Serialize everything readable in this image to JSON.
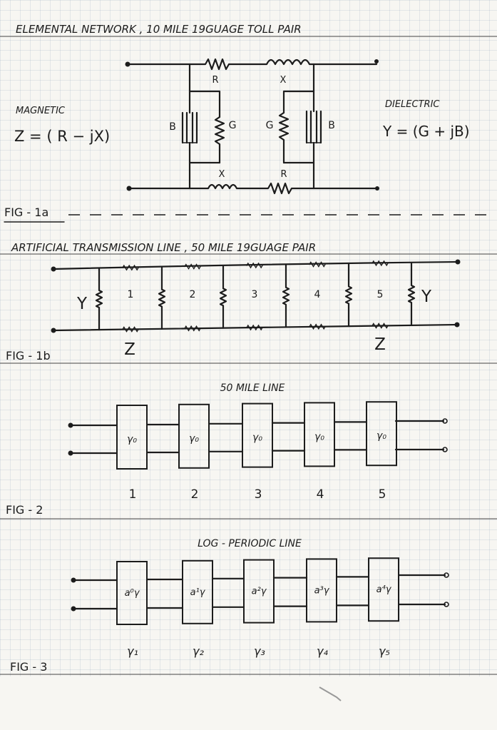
{
  "fig1a": {
    "title": "ELEMENTAL NETWORK , 10 MILE 19GUAGE TOLL PAIR",
    "labels": {
      "r_top": "R",
      "x_top": "X",
      "b_left": "B",
      "g_left": "G",
      "g_right": "G",
      "b_right": "B",
      "x_bottom": "X",
      "r_bottom": "R"
    },
    "magnetic_label": "MAGNETIC",
    "magnetic_eq": "Z = ( R − jX)",
    "dielectric_label": "DIELECTRIC",
    "dielectric_eq": "Y = (G + jB)",
    "fig_label": "FIG - 1a"
  },
  "fig1b": {
    "title": "ARTIFICIAL TRANSMISSION LINE , 50 MILE 19GUAGE PAIR",
    "y_left": "Y",
    "y_right": "Y",
    "sections": [
      "1",
      "2",
      "3",
      "4",
      "5"
    ],
    "z_left": "Z",
    "z_right": "Z",
    "fig_label": "FIG - 1b"
  },
  "fig2": {
    "title": "50 MILE LINE",
    "box_label": "γ₀",
    "numbers": [
      "1",
      "2",
      "3",
      "4",
      "5"
    ],
    "fig_label": "FIG - 2"
  },
  "fig3": {
    "title": "LOG - PERIODIC LINE",
    "box_labels": [
      "a⁰γ",
      "a¹γ",
      "a²γ",
      "a³γ",
      "a⁴γ"
    ],
    "gammas": [
      "γ₁",
      "γ₂",
      "γ₃",
      "γ₄",
      "γ₅"
    ],
    "fig_label": "FIG - 3"
  }
}
